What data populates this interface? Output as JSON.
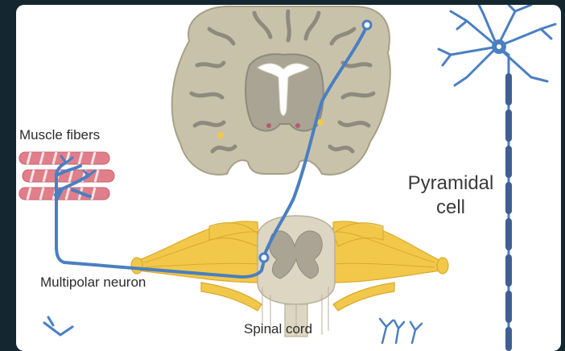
{
  "labels": {
    "muscle_fibers": "Muscle fibers",
    "multipolar_neuron": "Multipolar neuron",
    "spinal_cord": "Spinal cord",
    "pyramidal_cell_line1": "Pyramidal",
    "pyramidal_cell_line2": "cell"
  },
  "colors": {
    "background": "#14262f",
    "panel": "#ffffff",
    "brain_tissue": "#c9c2aa",
    "brain_grey": "#8e8a7e",
    "nerve_yellow": "#f2c84b",
    "neuron_blue": "#4a7fc1",
    "muscle_pink": "#e07f8a"
  }
}
